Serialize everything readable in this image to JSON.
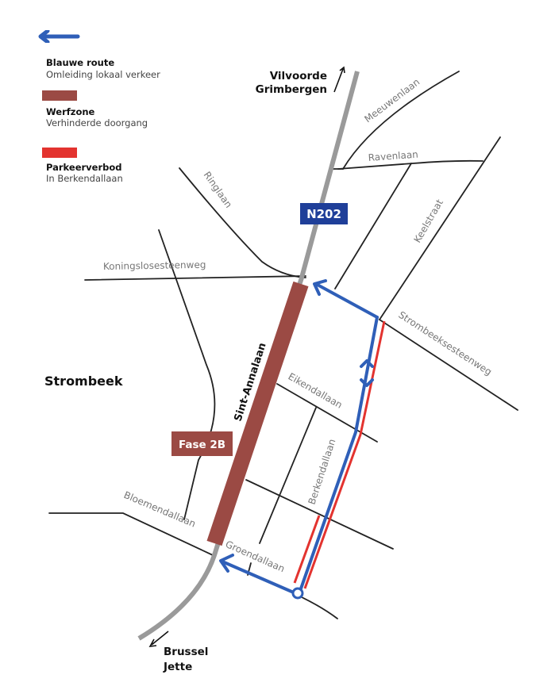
{
  "legend": {
    "items": [
      {
        "title": "Blauwe route",
        "subtitle": "Omleiding lokaal verkeer",
        "symbol": "blue-arrow"
      },
      {
        "title": "Werfzone",
        "subtitle": "Verhinderde doorgang",
        "symbol": "brown-bar"
      },
      {
        "title": "Parkeerverbod",
        "subtitle": "In Berkendallaan",
        "symbol": "red-bar"
      }
    ]
  },
  "colors": {
    "blue_route": "#2f5fb8",
    "werfzone": "#9b4a44",
    "parkeerverbod": "#e3332f",
    "main_road": "#9a9a9a",
    "street": "#222222",
    "badge_blue": "#1f3f99",
    "road_label": "#777777"
  },
  "places": {
    "north_destination": {
      "line1": "Vilvoorde",
      "line2": "Grimbergen"
    },
    "south_destination": {
      "line1": "Brussel",
      "line2": "Jette"
    },
    "district": "Strombeek"
  },
  "badges": {
    "road_number": "N202",
    "phase": "Fase 2B"
  },
  "main_road": {
    "name": "Sint-Annalaan"
  },
  "streets": {
    "meeuwenlaan": "Meeuwenlaan",
    "ravenlaan": "Ravenlaan",
    "ringlaan": "Ringlaan",
    "keelstraat": "Keelstraat",
    "koningslosesteenweg": "Koningslosesteenweg",
    "strombeeksesteenweg": "Strombeeksesteenweg",
    "eikendallaan": "Eikendallaan",
    "berkendallaan": "Berkendallaan",
    "bloemendallaan": "Bloemendallaan",
    "groendallaan": "Groendallaan"
  }
}
